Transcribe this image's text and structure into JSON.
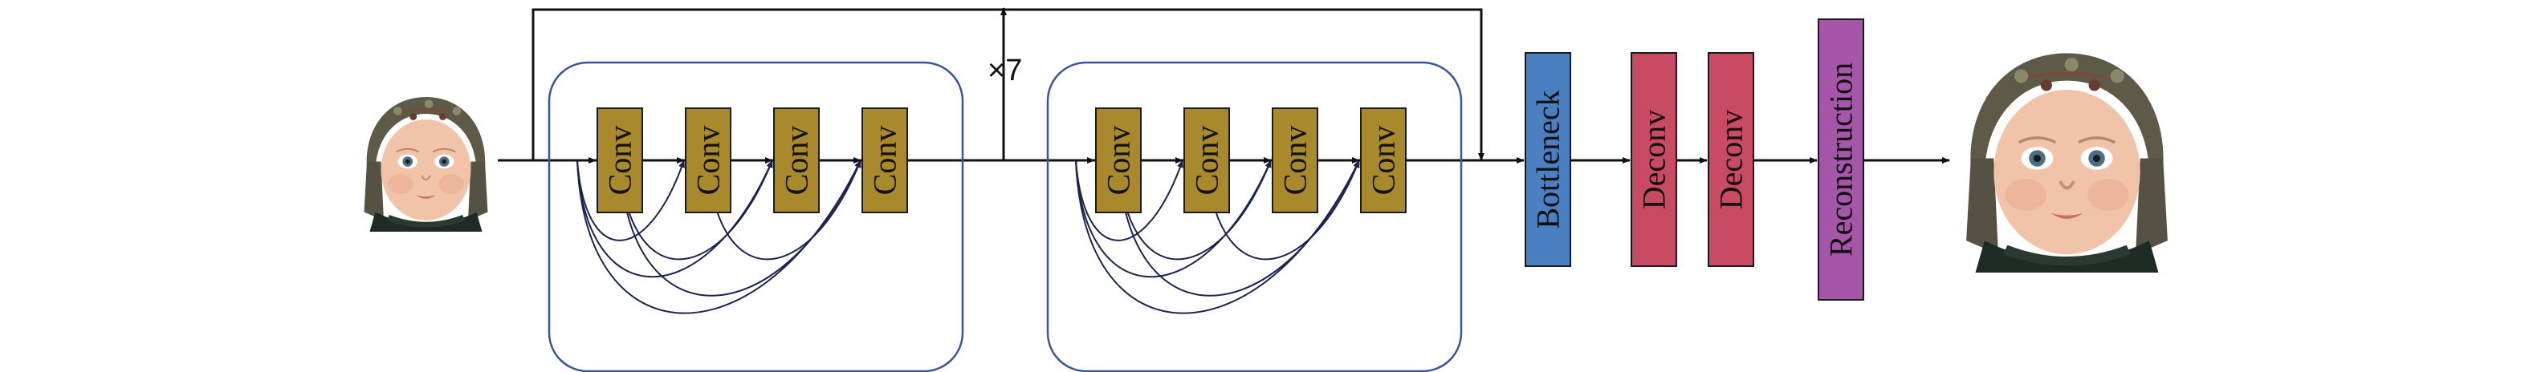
{
  "diagram": {
    "repeat_label": "×7",
    "conv_label": "Conv",
    "dense_blocks": [
      {
        "convs": [
          "Conv",
          "Conv",
          "Conv",
          "Conv"
        ]
      },
      {
        "convs": [
          "Conv",
          "Conv",
          "Conv",
          "Conv"
        ]
      }
    ],
    "stages": [
      {
        "key": "bottleneck",
        "label": "Bottleneck",
        "color": "#4a7fc1"
      },
      {
        "key": "deconv1",
        "label": "Deconv",
        "color": "#c94b63"
      },
      {
        "key": "deconv2",
        "label": "Deconv",
        "color": "#c94b63"
      },
      {
        "key": "reconstruction",
        "label": "Reconstruction",
        "color": "#a556a8"
      }
    ],
    "colors": {
      "conv_fill": "#a88a2c",
      "block_border": "#3a559c",
      "dense_link": "#1b2350",
      "line": "#111111"
    },
    "input_image": "low-resolution baby face",
    "output_image": "high-resolution baby face"
  }
}
